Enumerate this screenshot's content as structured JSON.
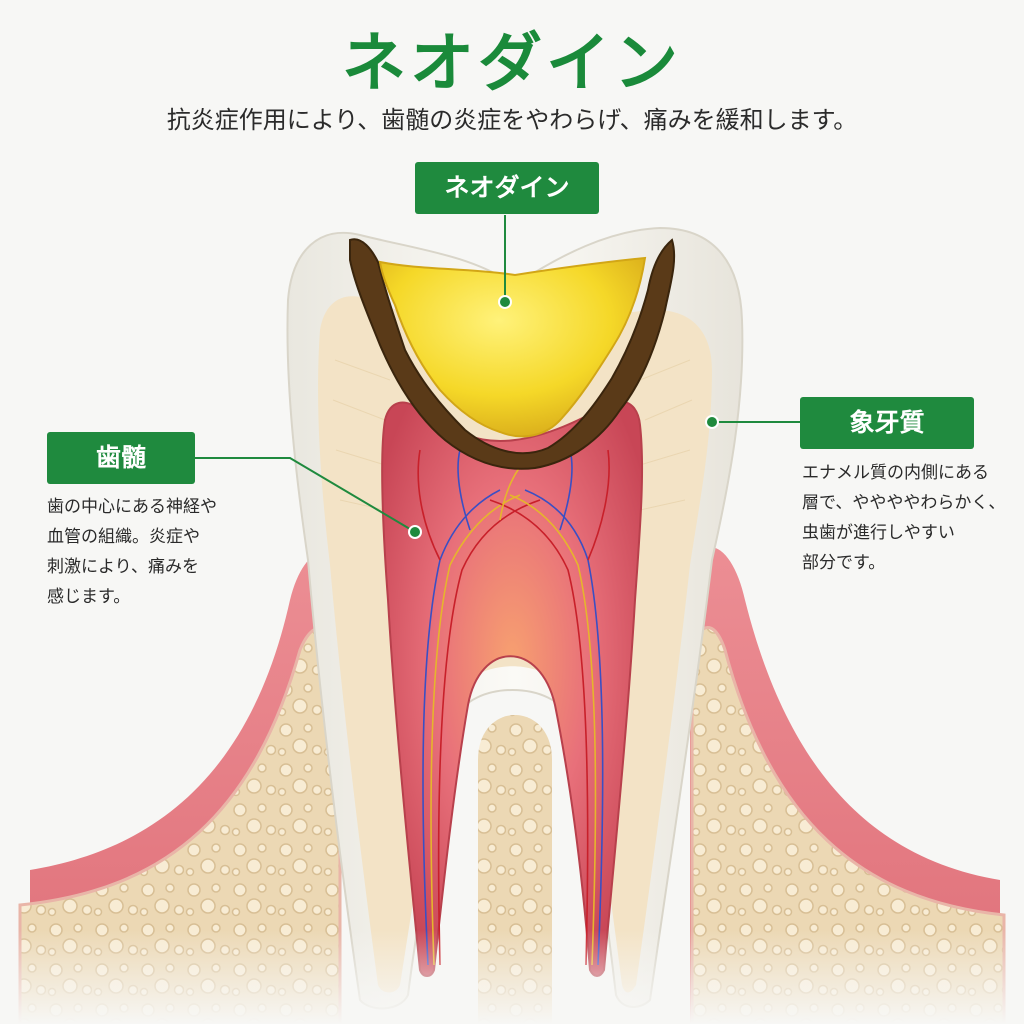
{
  "title": "ネオダイン",
  "subtitle": "抗炎症作用により、歯髄の炎症をやわらげ、痛みを緩和します。",
  "colors": {
    "brand_green": "#1f8a3e",
    "title_green": "#1a8a3a",
    "enamel": "#f3f1ea",
    "dentin": "#f2e2c4",
    "pulp": "#d9565e",
    "gum": "#e47f86",
    "bone": "#ead6b2",
    "medicine": "#f4d82e",
    "decay": "#4a3016"
  },
  "labels": {
    "medicine": "ネオダイン",
    "pulp": "歯髄",
    "dentin": "象牙質"
  },
  "descriptions": {
    "pulp": [
      "歯の中心にある神経や",
      "血管の組織。炎症や",
      "刺激により、痛みを",
      "感じます。"
    ],
    "dentin": [
      "エナメル質の内側にある",
      "層で、ややややわらかく、",
      "虫歯が進行しやすい",
      "部分です。"
    ]
  }
}
